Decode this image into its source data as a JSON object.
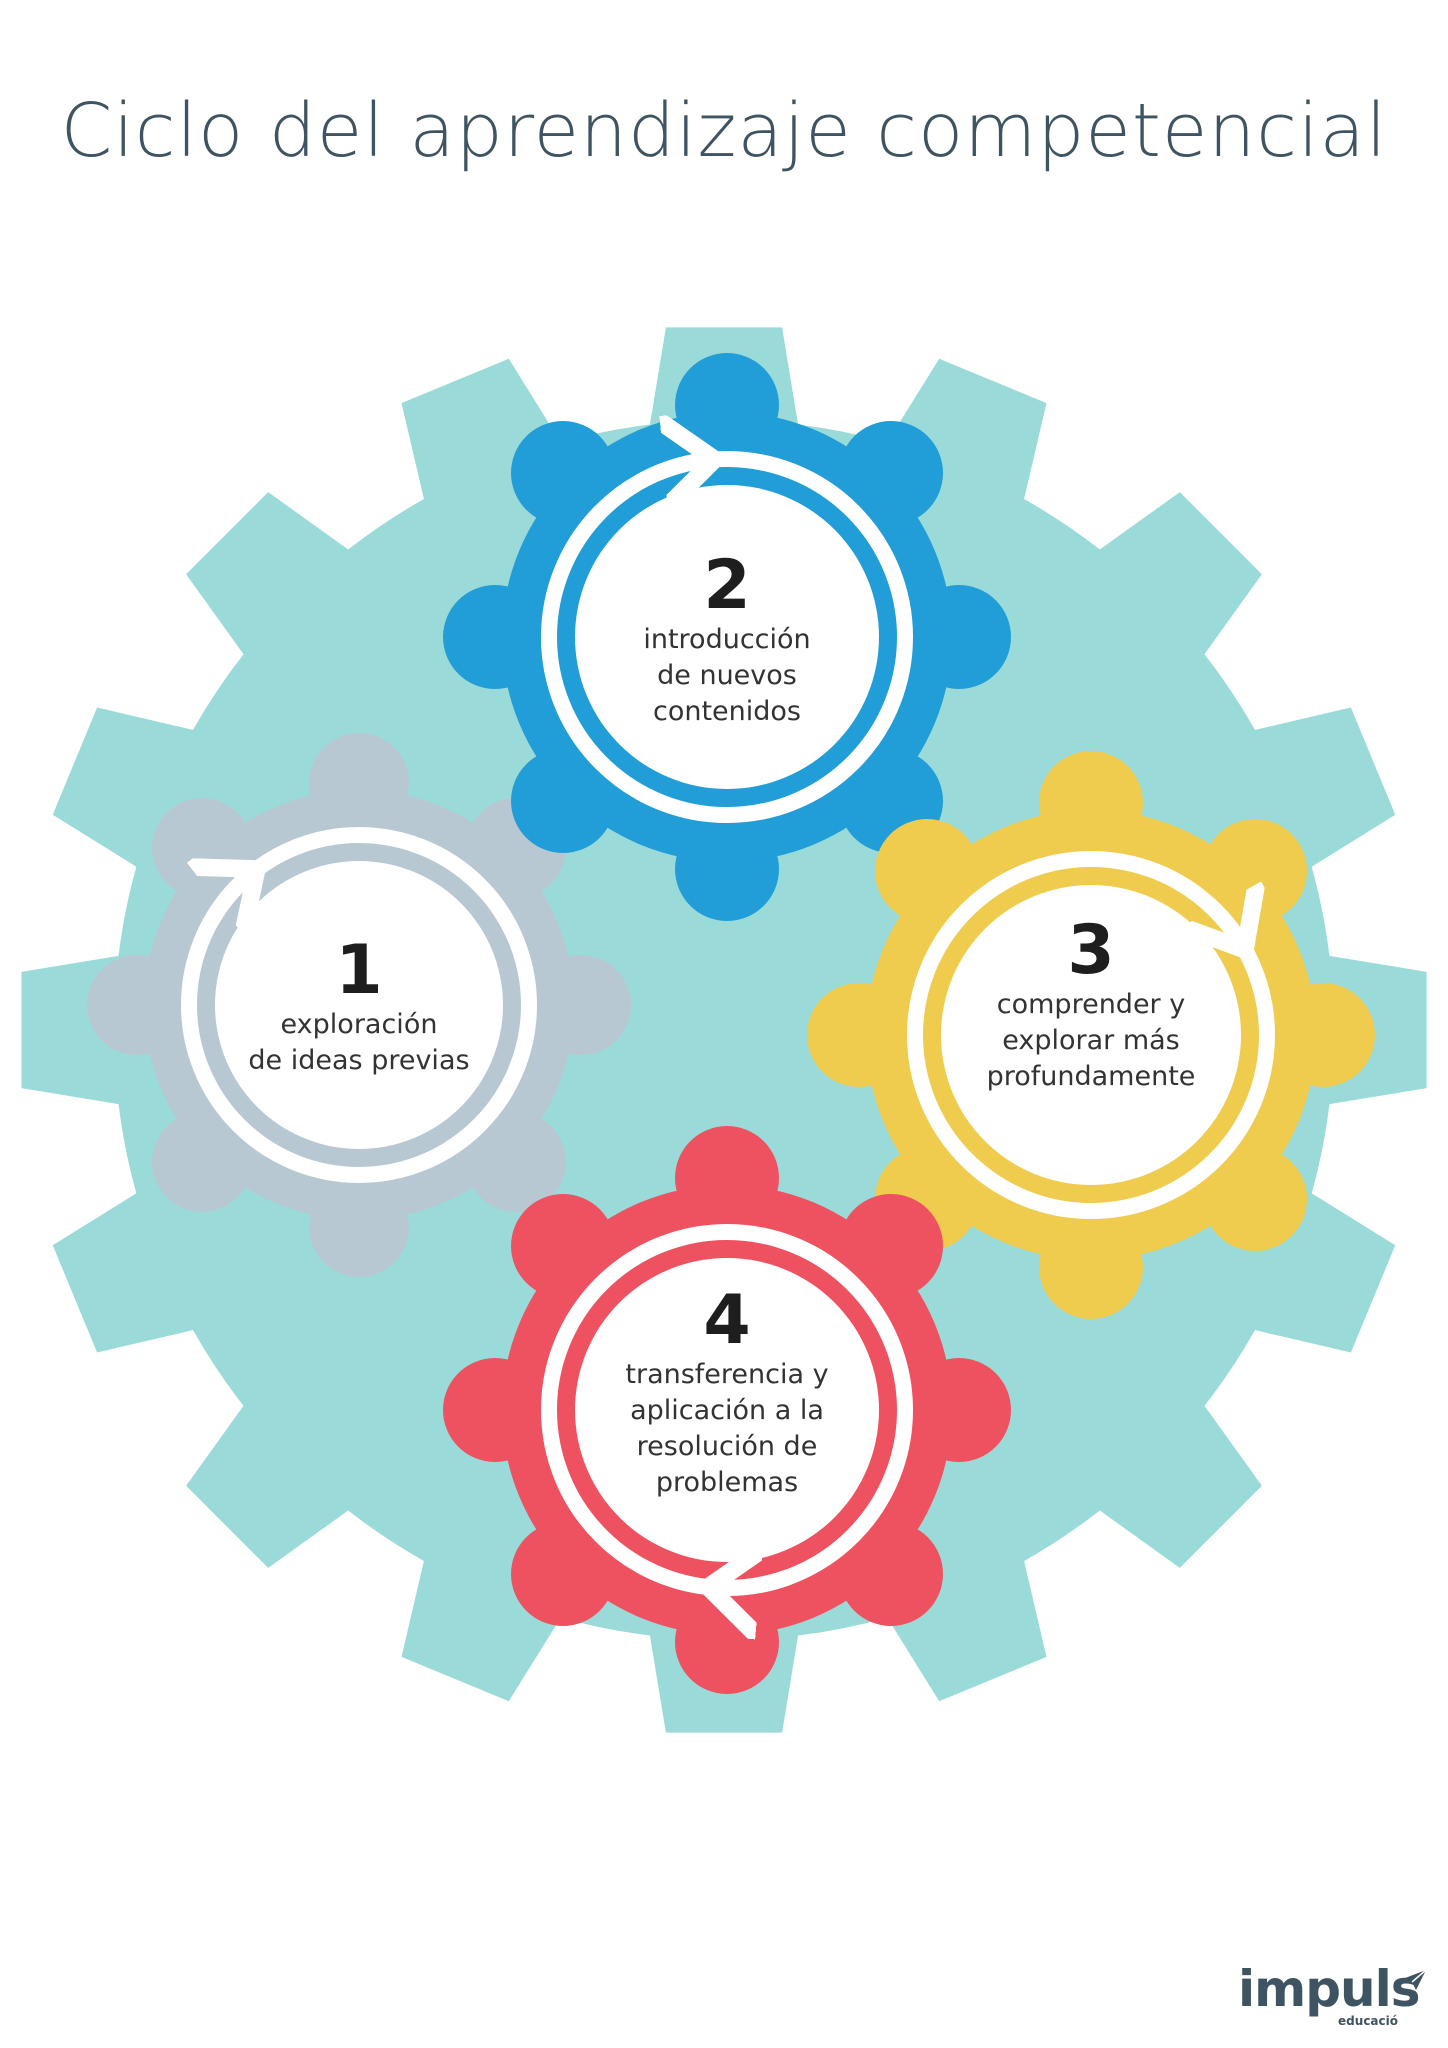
{
  "title": "Ciclo del aprendizaje competencial",
  "colors": {
    "background_gear": "#9adbd9",
    "step1": "#b7c8d3",
    "step2": "#219dd7",
    "step3": "#efcb4e",
    "step4": "#ee5260",
    "ring": "#ffffff",
    "title": "#3f5462"
  },
  "steps": [
    {
      "number": "1",
      "label": "exploración\nde ideas previas"
    },
    {
      "number": "2",
      "label": "introducción\nde nuevos\ncontenidos"
    },
    {
      "number": "3",
      "label": "comprender y\nexplorar más\nprofundamente"
    },
    {
      "number": "4",
      "label": "transferencia y\naplicación a la\nresolución de\nproblemas"
    }
  ],
  "logo": {
    "name": "impuls",
    "subtitle": "educació",
    "icon": "paper-plane-icon"
  }
}
